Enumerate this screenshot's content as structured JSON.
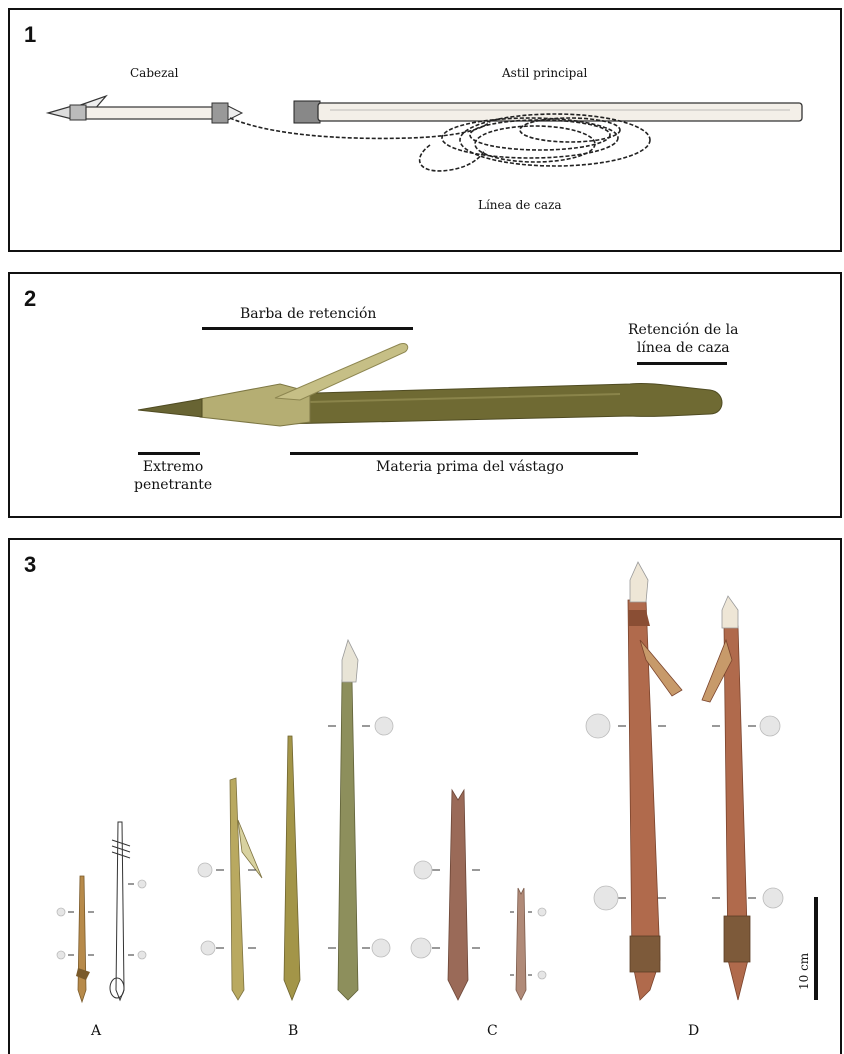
{
  "panel1": {
    "number": "1",
    "labels": {
      "head": "Cabezal",
      "shaft": "Astil principal",
      "line": "Línea de caza"
    }
  },
  "panel2": {
    "number": "2",
    "labels": {
      "barb": "Barba de  retención",
      "line_retention_1": "Retención de la",
      "line_retention_2": "línea de caza",
      "tip_1": "Extremo",
      "tip_2": "penetrante",
      "shaft_material": "Materia prima del vástago"
    }
  },
  "panel3": {
    "number": "3",
    "group_labels": [
      "A",
      "B",
      "C",
      "D"
    ],
    "scale_label": "10 cm"
  },
  "colors": {
    "frame": "#111111",
    "bone_dark": "#6e6a2f",
    "bone_light": "#b8b072",
    "wood_red": "#b06a4c",
    "wood_brown": "#9a6a58",
    "greenish": "#8f8e58",
    "marker_circle": "#e6e6e6"
  }
}
